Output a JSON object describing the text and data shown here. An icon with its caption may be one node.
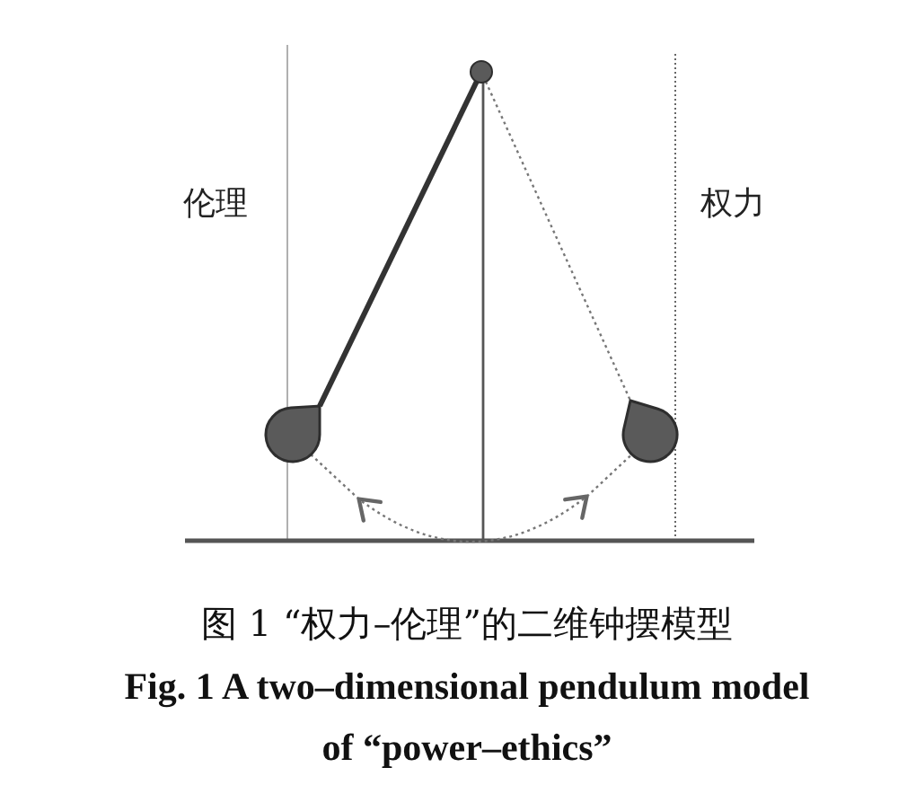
{
  "diagram": {
    "caption": "图 1 “权力–伦理”的二维钟摆模型",
    "nodes": [
      {
        "text": [],
        "shape": "circle"
      },
      {
        "text": [],
        "shape": "drop"
      },
      {
        "text": [],
        "shape": "drop"
      }
    ],
    "edges": [
      {
        "from": 0,
        "to": 1,
        "arrow": "none",
        "style": "thick"
      },
      {
        "from": 0,
        "to": 2,
        "arrow": "none",
        "style": "dashed"
      },
      {
        "from": 1,
        "to": 2,
        "arrow": "both",
        "style": "dashed"
      }
    ],
    "labels": [
      "伦理",
      "权力",
      "Fig. 1 A two–dimensional pendulum model of “power–ethics”"
    ]
  }
}
